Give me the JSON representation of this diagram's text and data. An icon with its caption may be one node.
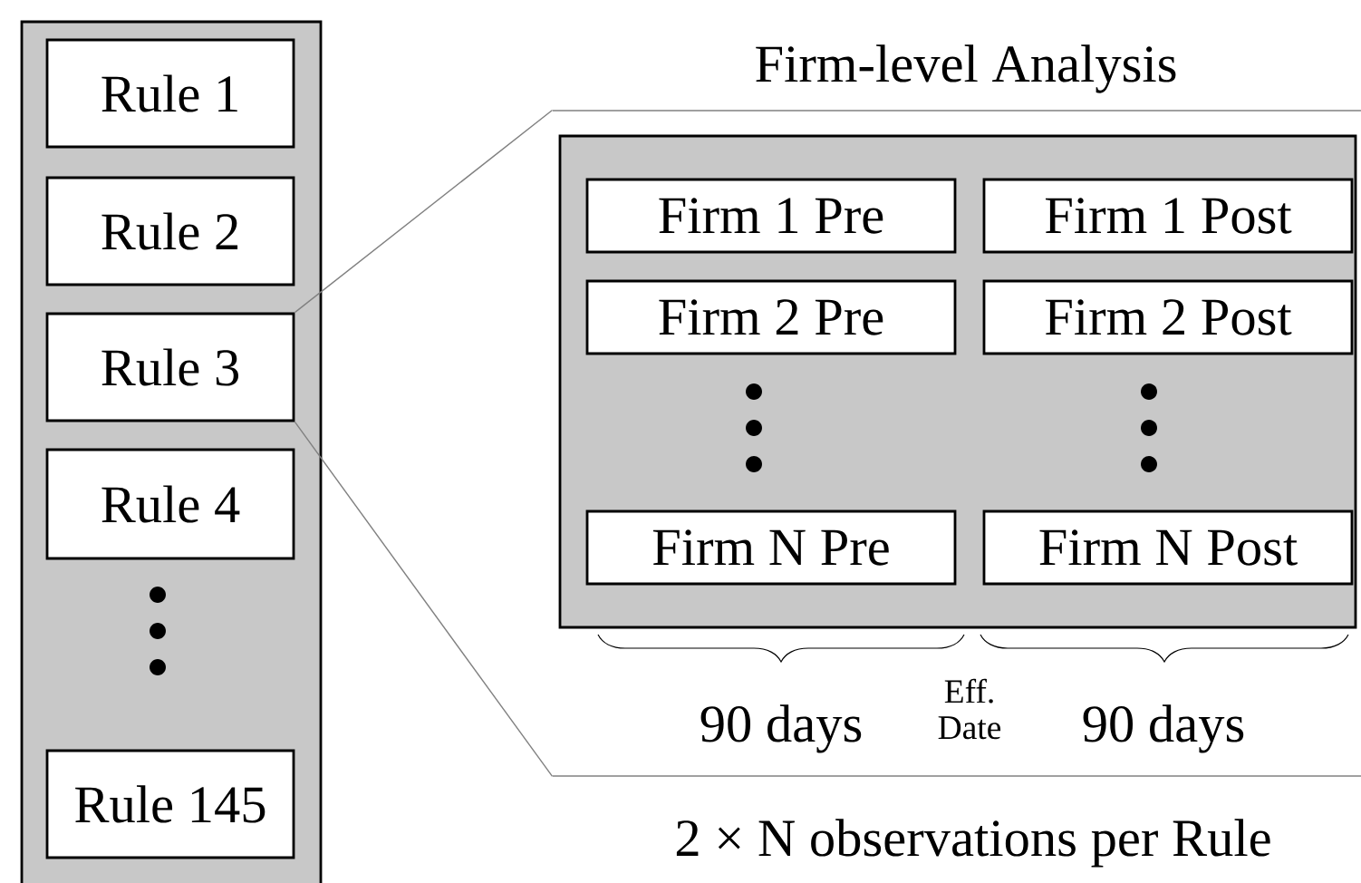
{
  "diagram": {
    "caption": "2 × N observations per Rule",
    "nodes": [
      {
        "text": [],
        "shape": "box"
      },
      {
        "text": [
          "Rule 1"
        ],
        "in": 0
      },
      {
        "text": [
          "Rule 2"
        ],
        "in": 0
      },
      {
        "text": [
          "Rule 3"
        ],
        "in": 0
      },
      {
        "text": [
          "Rule 4"
        ],
        "in": 0
      },
      {
        "text": [
          "Rule 145"
        ],
        "in": 0
      },
      {
        "text": [
          "Firm-level Analysis"
        ]
      },
      {
        "text": [],
        "shape": "box",
        "in": 6
      },
      {
        "text": [
          "Firm 1 Pre"
        ],
        "in": 7
      },
      {
        "text": [
          "Firm 1 Post"
        ],
        "in": 7
      },
      {
        "text": [
          "Firm 2 Pre"
        ],
        "in": 7
      },
      {
        "text": [
          "Firm 2 Post"
        ],
        "in": 7
      },
      {
        "text": [
          "Firm N Pre"
        ],
        "in": 7
      },
      {
        "text": [
          "Firm N Post"
        ],
        "in": 7
      }
    ],
    "edges": [
      {
        "from": 3,
        "to": 6,
        "arrow": "none"
      },
      {
        "from": 3,
        "to": 6,
        "arrow": "none"
      }
    ],
    "labels": [
      "90 days",
      "Eff. Date",
      "90 days"
    ]
  }
}
